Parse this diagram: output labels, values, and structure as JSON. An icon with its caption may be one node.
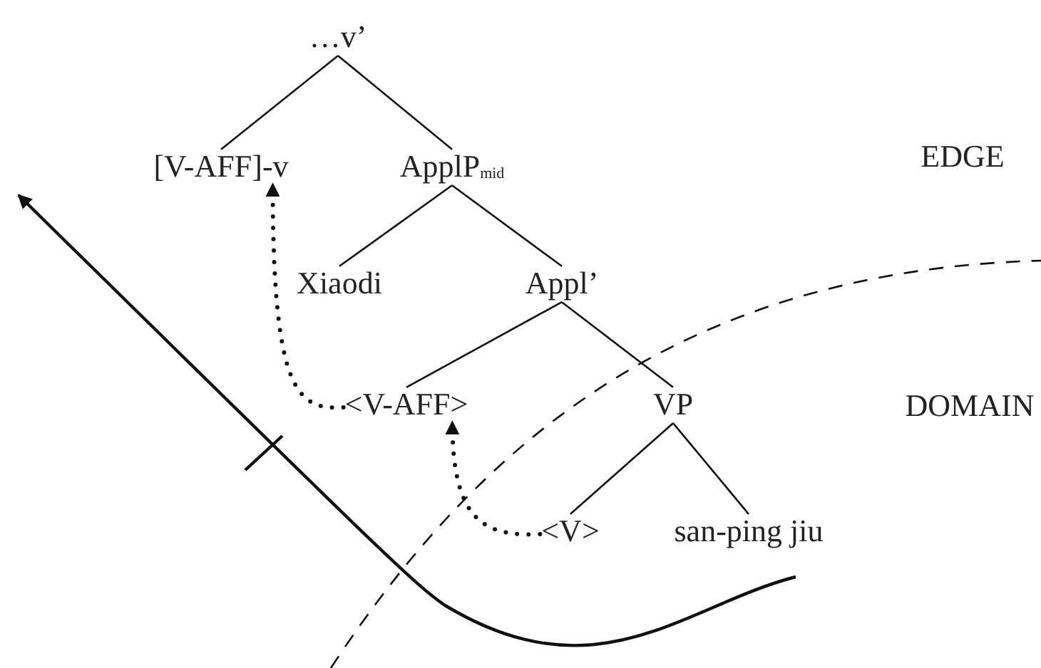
{
  "diagram": {
    "nodes": [
      {
        "text": [
          "…v’"
        ]
      },
      {
        "text": [
          "[V-AFF]-v"
        ]
      },
      {
        "text": [
          "ApplP$_{mid}$"
        ]
      },
      {
        "text": [
          "Xiaodi"
        ]
      },
      {
        "text": [
          "Appl’"
        ]
      },
      {
        "text": [
          "<V-AFF>"
        ]
      },
      {
        "text": [
          "VP"
        ]
      },
      {
        "text": [
          "<V>"
        ]
      },
      {
        "text": [
          "san-ping jiu"
        ]
      }
    ],
    "edges": [
      {
        "from": 0,
        "to": 1,
        "arrow": "none"
      },
      {
        "from": 0,
        "to": 2,
        "arrow": "none"
      },
      {
        "from": 2,
        "to": 3,
        "arrow": "none"
      },
      {
        "from": 2,
        "to": 4,
        "arrow": "none"
      },
      {
        "from": 4,
        "to": 5,
        "arrow": "none"
      },
      {
        "from": 4,
        "to": 6,
        "arrow": "none"
      },
      {
        "from": 6,
        "to": 7,
        "arrow": "none"
      },
      {
        "from": 6,
        "to": 8,
        "arrow": "none"
      },
      {
        "from": 5,
        "to": 1,
        "arrow": "to",
        "style": "dashed"
      },
      {
        "from": 7,
        "to": 5,
        "arrow": "to",
        "style": "dashed"
      }
    ],
    "labels": [
      "EDGE",
      "DOMAIN"
    ]
  }
}
